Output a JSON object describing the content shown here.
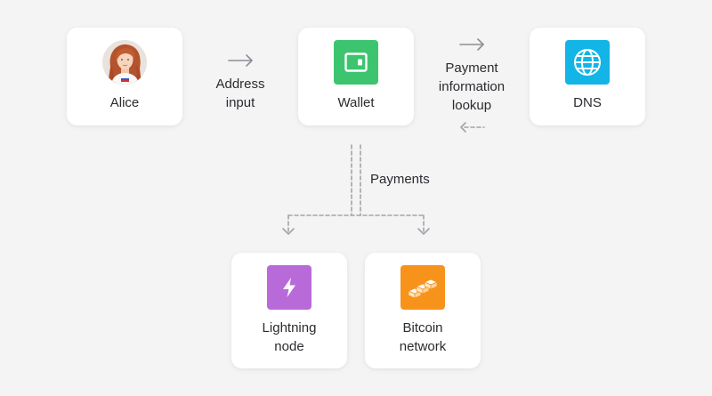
{
  "nodes": {
    "alice": {
      "label": "Alice"
    },
    "wallet": {
      "label": "Wallet",
      "icon": "wallet-icon",
      "color": "#3dc46f"
    },
    "dns": {
      "label": "DNS",
      "icon": "globe-icon",
      "color": "#12b5e5"
    },
    "lightning": {
      "label_line1": "Lightning",
      "label_line2": "node",
      "icon": "lightning-bolt-icon",
      "color": "#b96ad9"
    },
    "bitcoin": {
      "label_line1": "Bitcoin",
      "label_line2": "network",
      "icon": "blocks-icon",
      "color": "#f7931a"
    }
  },
  "edges": {
    "address_input": {
      "line1": "Address",
      "line2": "input"
    },
    "payment_lookup": {
      "line1": "Payment",
      "line2": "information",
      "line3": "lookup"
    },
    "payments": {
      "label": "Payments"
    }
  }
}
